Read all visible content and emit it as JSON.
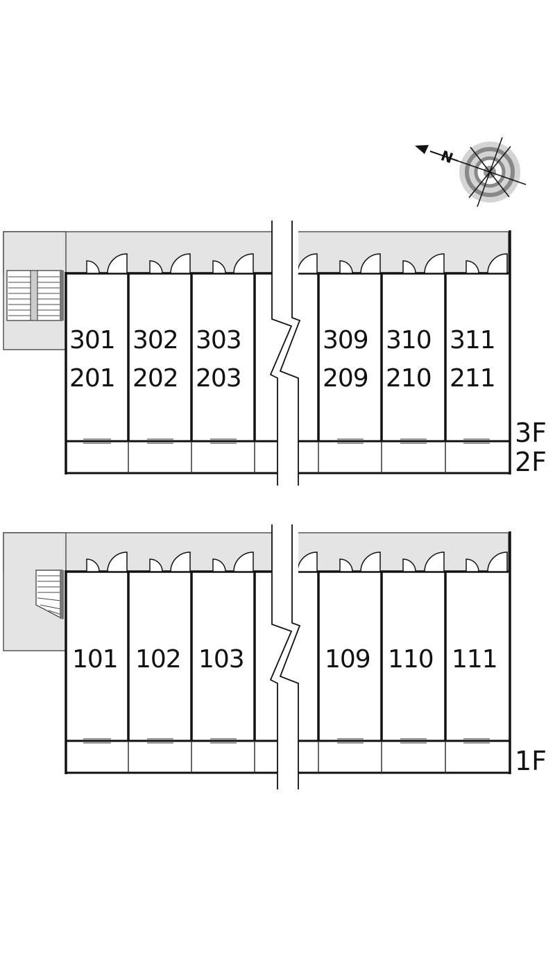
{
  "compass": {
    "north_label": "N"
  },
  "floors": {
    "upper": {
      "labels": [
        "3F",
        "2F"
      ]
    },
    "ground": {
      "labels": [
        "1F"
      ]
    }
  },
  "units": {
    "upper_left": [
      {
        "top": "301",
        "bottom": "201"
      },
      {
        "top": "302",
        "bottom": "202"
      },
      {
        "top": "303",
        "bottom": "203"
      }
    ],
    "upper_right": [
      {
        "top": "309",
        "bottom": "209"
      },
      {
        "top": "310",
        "bottom": "210"
      },
      {
        "top": "311",
        "bottom": "211"
      }
    ],
    "ground_left": [
      "101",
      "102",
      "103"
    ],
    "ground_right": [
      "109",
      "110",
      "111"
    ]
  }
}
